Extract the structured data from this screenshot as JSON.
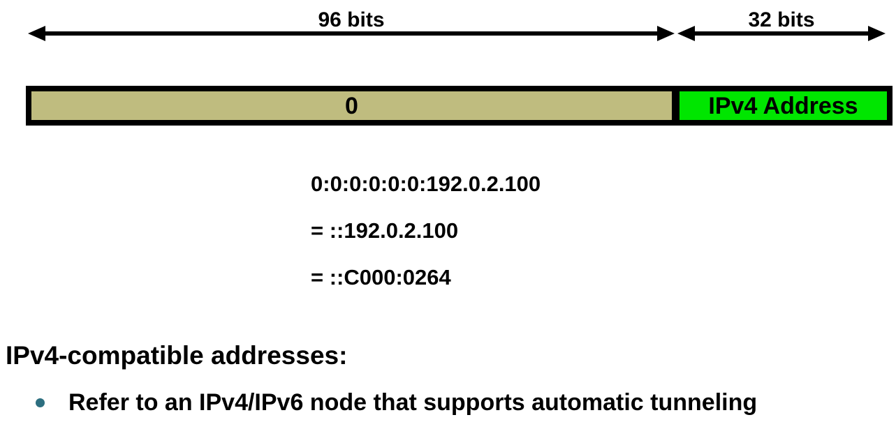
{
  "slide": {
    "arrows": [
      {
        "label": "96 bits"
      },
      {
        "label": "32 bits"
      }
    ],
    "address_bar": {
      "fields": [
        {
          "label": "0"
        },
        {
          "label": "IPv4 Address"
        }
      ]
    },
    "equivalents": [
      "0:0:0:0:0:0:192.0.2.100",
      "= ::192.0.2.100",
      "= ::C000:0264"
    ],
    "heading": "IPv4-compatible addresses:",
    "bullets": [
      {
        "text": "Refer to an IPv4/IPv6 node that supports automatic tunneling"
      }
    ],
    "colors": {
      "zero_field_fill": "#bfbc7f",
      "ipv4_field_fill": "#00e600",
      "bullet_dot": "#2d6f80",
      "text": "#000000"
    }
  }
}
